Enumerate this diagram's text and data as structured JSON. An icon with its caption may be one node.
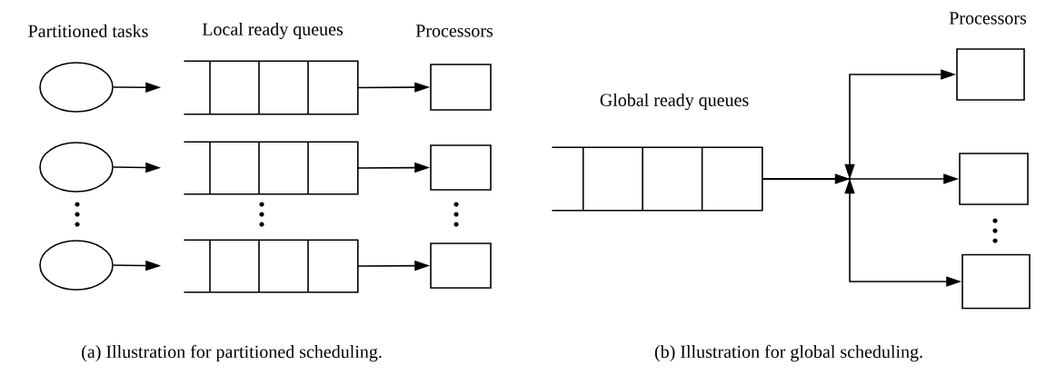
{
  "diagram": {
    "nodes": [
      {
        "text": [],
        "shape": "circle"
      },
      {
        "text": [],
        "shape": "circle"
      },
      {
        "text": [],
        "shape": "circle"
      },
      {
        "text": [],
        "shape": "queue"
      },
      {
        "text": [],
        "shape": "queue"
      },
      {
        "text": [],
        "shape": "queue"
      },
      {
        "text": [],
        "shape": "box"
      },
      {
        "text": [],
        "shape": "box"
      },
      {
        "text": [],
        "shape": "box"
      },
      {
        "text": [],
        "shape": "queue"
      },
      {
        "text": [],
        "shape": "box"
      },
      {
        "text": [],
        "shape": "box"
      },
      {
        "text": [],
        "shape": "box"
      }
    ],
    "edges": [
      {
        "from": 0,
        "to": 3,
        "arrow": "to"
      },
      {
        "from": 1,
        "to": 4,
        "arrow": "to"
      },
      {
        "from": 2,
        "to": 5,
        "arrow": "to"
      },
      {
        "from": 3,
        "to": 6,
        "arrow": "to"
      },
      {
        "from": 4,
        "to": 7,
        "arrow": "to"
      },
      {
        "from": 5,
        "to": 8,
        "arrow": "to"
      },
      {
        "from": 9,
        "to": 10,
        "arrow": "to"
      },
      {
        "from": 9,
        "to": 11,
        "arrow": "to"
      },
      {
        "from": 9,
        "to": 12,
        "arrow": "to"
      }
    ],
    "labels": [
      "Partitioned tasks",
      "Local ready queues",
      "Processors",
      "Global ready queues",
      "Processors",
      "(a) Illustration for partitioned scheduling.",
      "(b) Illustration for global scheduling."
    ]
  }
}
